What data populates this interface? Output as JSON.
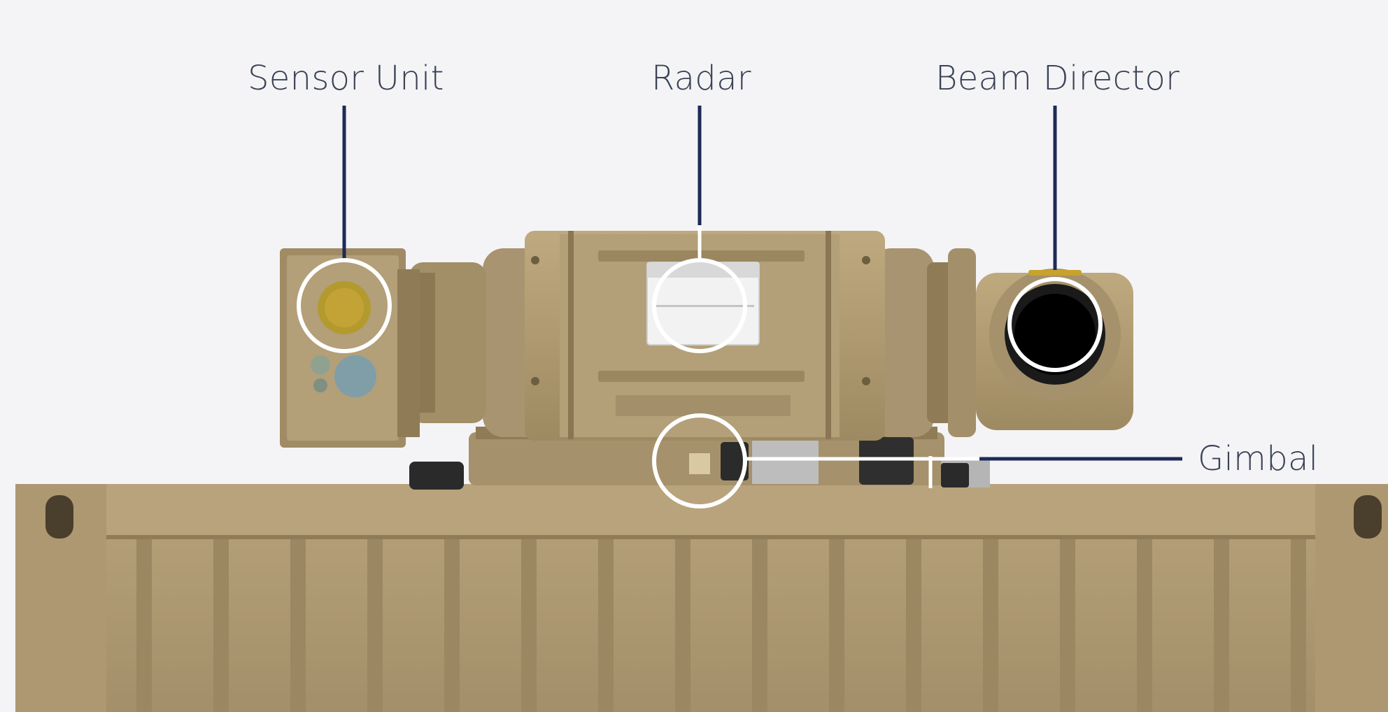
{
  "labels": {
    "sensor_unit": "Sensor Unit",
    "radar": "Radar",
    "beam_director": "Beam Director",
    "gimbal": "Gimbal"
  },
  "colors": {
    "background": "#f4f4f6",
    "label_text": "#3b4256",
    "leader_line": "#1e2a57",
    "tan_body": "#b29d74",
    "tan_dark": "#8f7b55",
    "highlight_ring": "#ffffff"
  }
}
